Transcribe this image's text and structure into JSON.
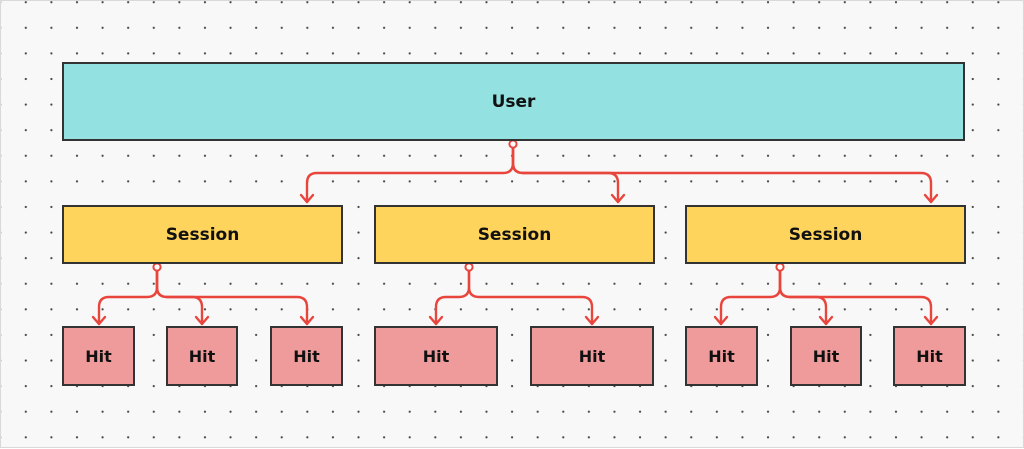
{
  "diagram": {
    "user": {
      "label": "User"
    },
    "sessions": [
      {
        "label": "Session",
        "hits": [
          "Hit",
          "Hit",
          "Hit"
        ]
      },
      {
        "label": "Session",
        "hits": [
          "Hit",
          "Hit"
        ]
      },
      {
        "label": "Session",
        "hits": [
          "Hit",
          "Hit",
          "Hit"
        ]
      }
    ]
  },
  "colors": {
    "user_fill": "#93e2e1",
    "session_fill": "#ffd45c",
    "hit_fill": "#f09b9b",
    "connector": "#e8453c",
    "border": "#333333"
  }
}
